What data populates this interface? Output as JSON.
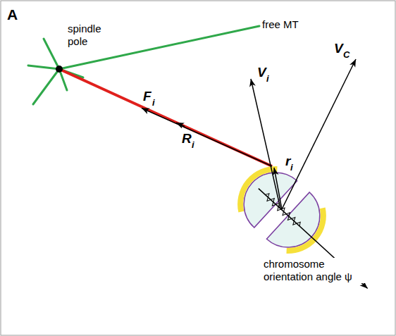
{
  "diagram": {
    "labels": [
      "A",
      "spindle pole",
      "free MT",
      "F",
      "i",
      "R",
      "i",
      "V",
      "i",
      "V",
      "C",
      "r",
      "i",
      "chromosome orientation angle ψ"
    ]
  }
}
